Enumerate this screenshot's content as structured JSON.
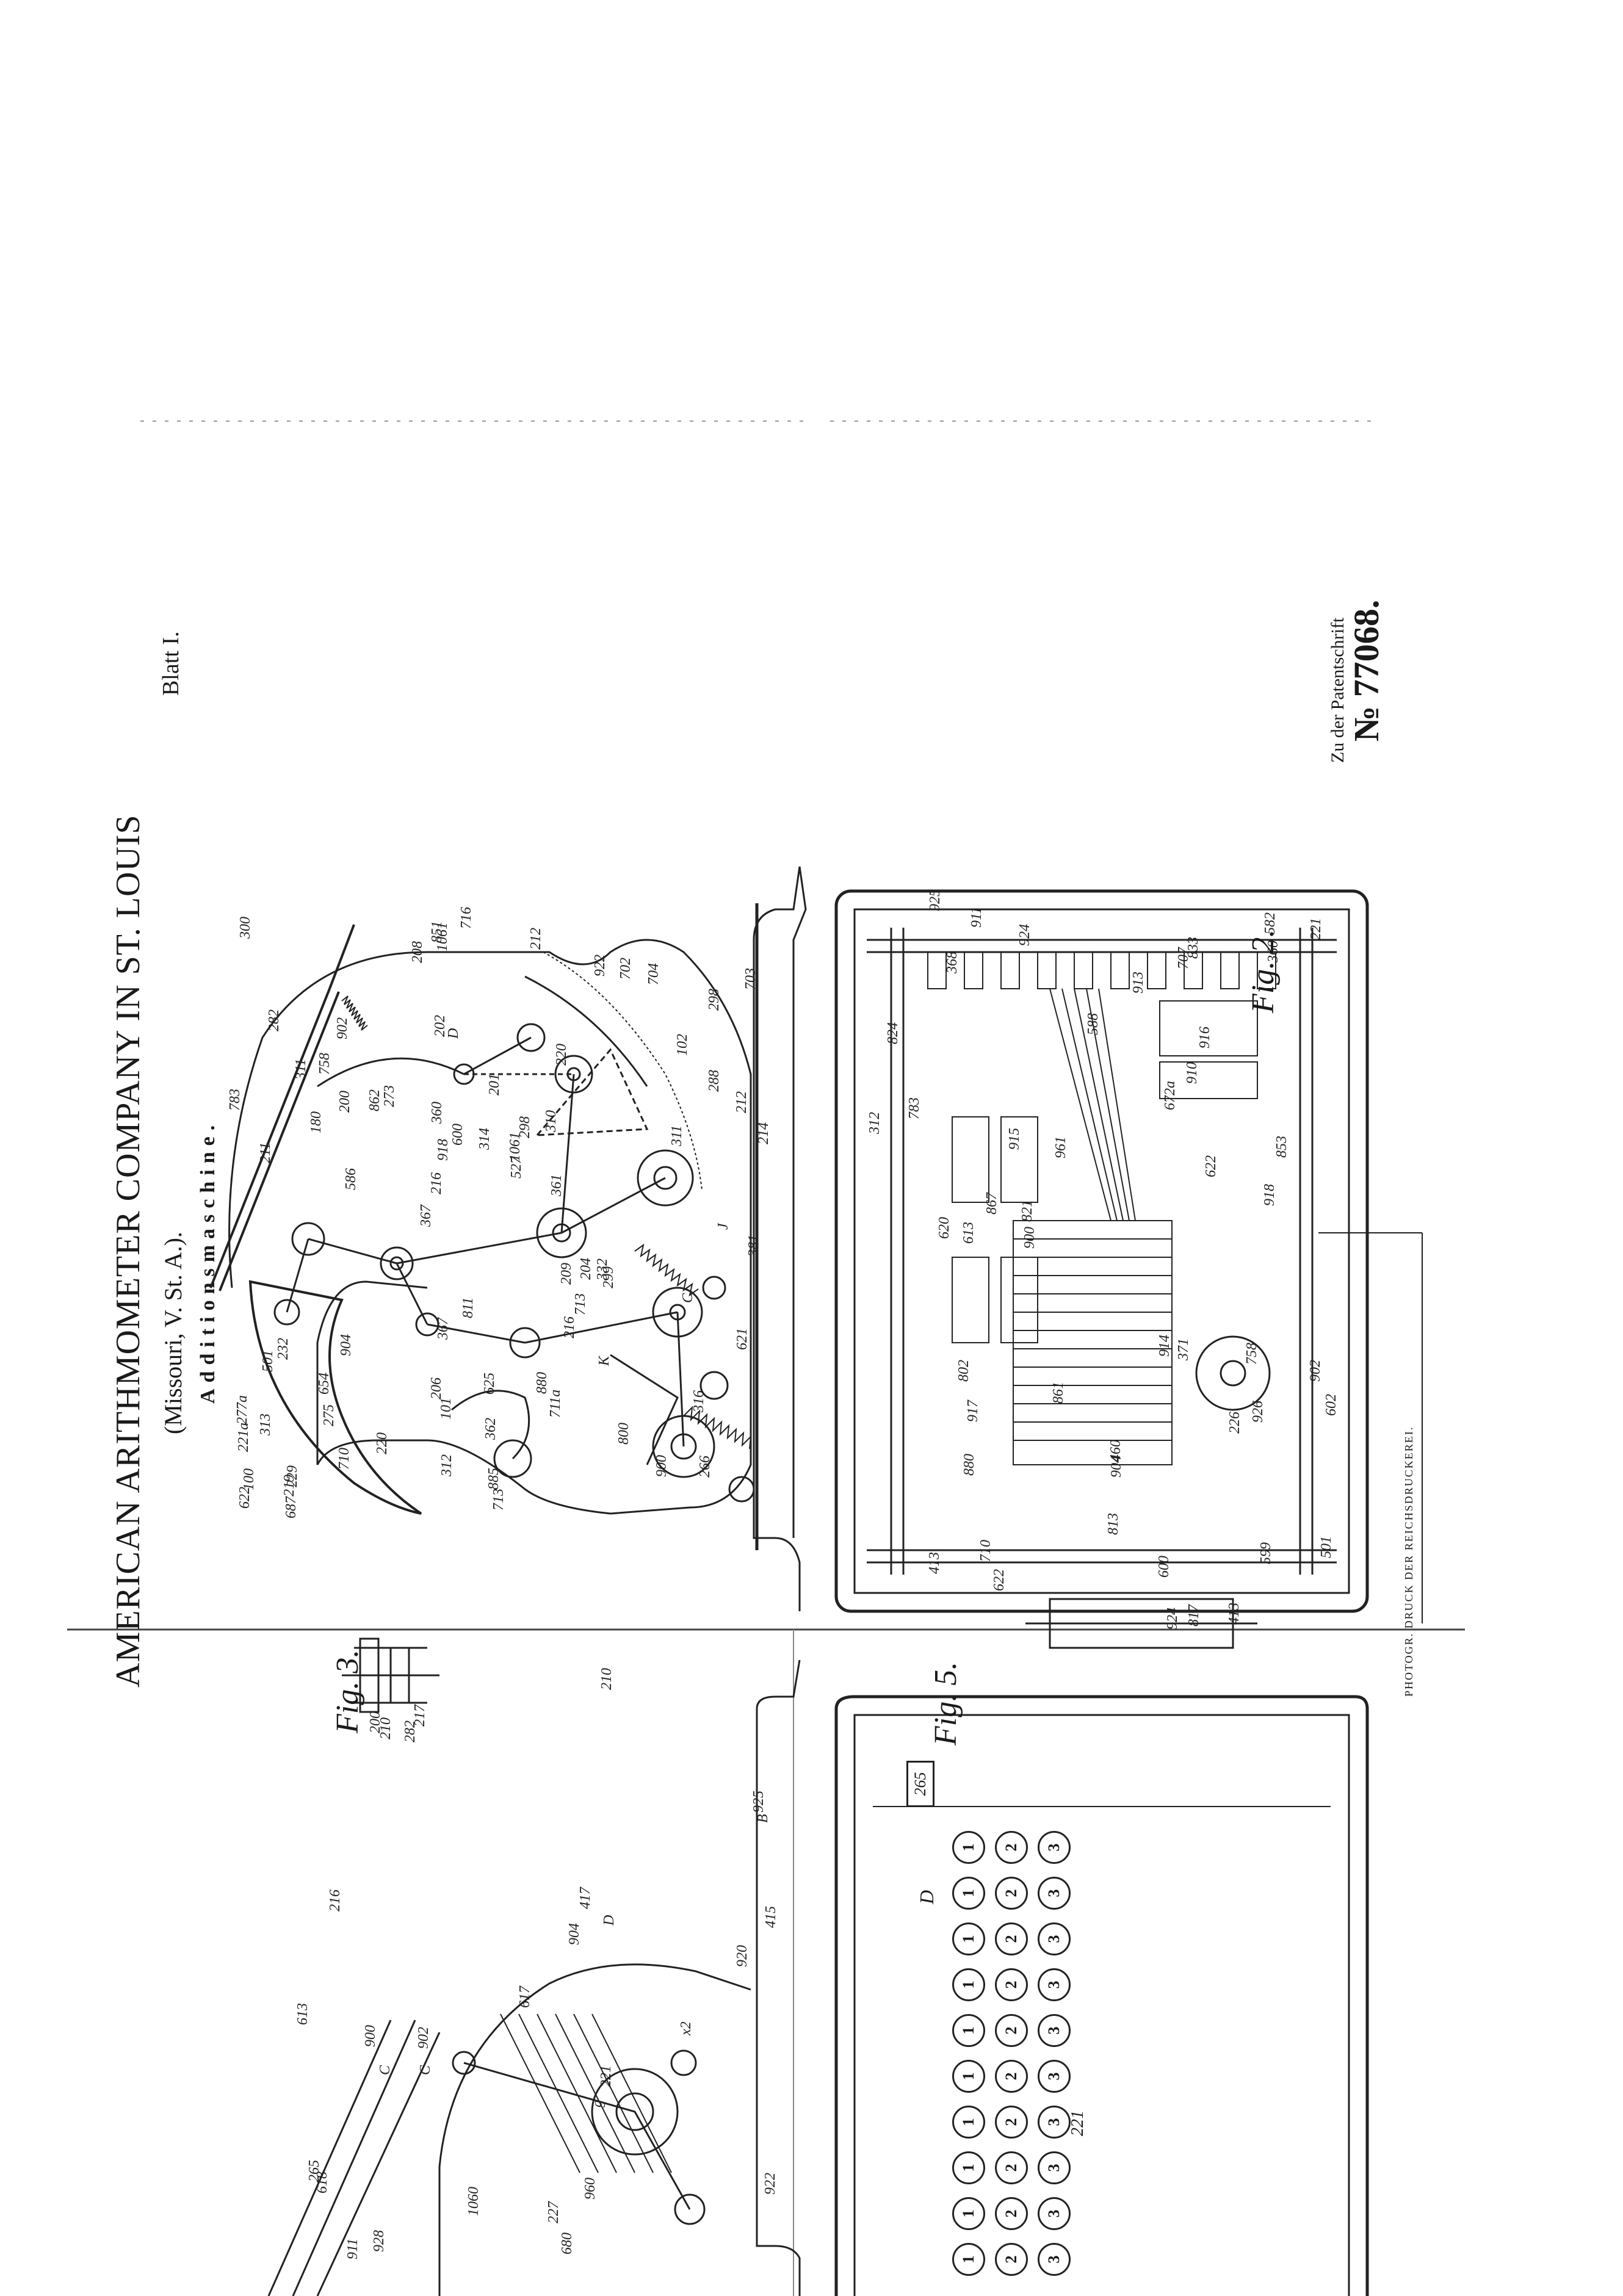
{
  "header": {
    "company": "AMERICAN ARITHMOMETER COMPANY IN ST. LOUIS",
    "location": "(Missouri, V. St. A.).",
    "title": "Additionsmaschine.",
    "sheet": "Blatt I.",
    "patent_caption": "Zu der Patentschrift",
    "patent_number": "№ 77068.",
    "printer": "PHOTOGR. DRUCK DER REICHSDRUCKEREI."
  },
  "figures": {
    "fig2": "Fig. 2.",
    "fig3": "Fig. 3.",
    "fig5": "Fig. 5."
  },
  "fig2_refs": [
    "266",
    "211",
    "298",
    "367",
    "220",
    "229",
    "202",
    "201",
    "232",
    "273",
    "221a",
    "275",
    "D",
    "298",
    "299",
    "282",
    "1061",
    "214",
    "209",
    "288",
    "216",
    "206",
    "918",
    "902",
    "922",
    "904",
    "900",
    "316",
    "332",
    "713",
    "862",
    "180",
    "216",
    "710",
    "212",
    "1061",
    "100",
    "101",
    "527",
    "501",
    "102",
    "703",
    "713",
    "711a",
    "654",
    "687",
    "622",
    "625",
    "704",
    "716",
    "586",
    "783",
    "758",
    "702",
    "219",
    "212",
    "208",
    "600",
    "621",
    "367",
    "220",
    "204",
    "200",
    "277a",
    "300",
    "311",
    "381",
    "360",
    "362",
    "314",
    "313",
    "361",
    "C",
    "312",
    "311",
    "811",
    "800",
    "885",
    "880",
    "851",
    "J",
    "310",
    "K"
  ],
  "fig3_refs": [
    "210",
    "282",
    "200",
    "217"
  ],
  "fig5_refs": [
    "902",
    "413",
    "904",
    "413",
    "460",
    "915",
    "924",
    "916",
    "924",
    "918",
    "371",
    "360",
    "312",
    "622",
    "622",
    "368",
    "880",
    "710",
    "707",
    "588",
    "783",
    "758",
    "599",
    "620",
    "221",
    "672a",
    "226",
    "861",
    "802",
    "867",
    "813",
    "853",
    "501",
    "600",
    "602",
    "613",
    "824",
    "582",
    "900",
    "925",
    "926",
    "910",
    "917",
    "911",
    "913",
    "914",
    "961",
    "821",
    "833",
    "817"
  ],
  "keyboard": {
    "column_label": "D",
    "row_label": "221",
    "key_labels": [
      "1",
      "2",
      "3"
    ],
    "key_count": 10,
    "corner_key": "265"
  },
  "left_fig_refs": [
    "221",
    "265",
    "227",
    "D",
    "415",
    "x2",
    "210",
    "C",
    "417",
    "922",
    "1060",
    "902",
    "925",
    "904",
    "900",
    "920",
    "C",
    "g",
    "928",
    "960",
    "B",
    "911",
    "216",
    "617",
    "618",
    "613",
    "680"
  ]
}
